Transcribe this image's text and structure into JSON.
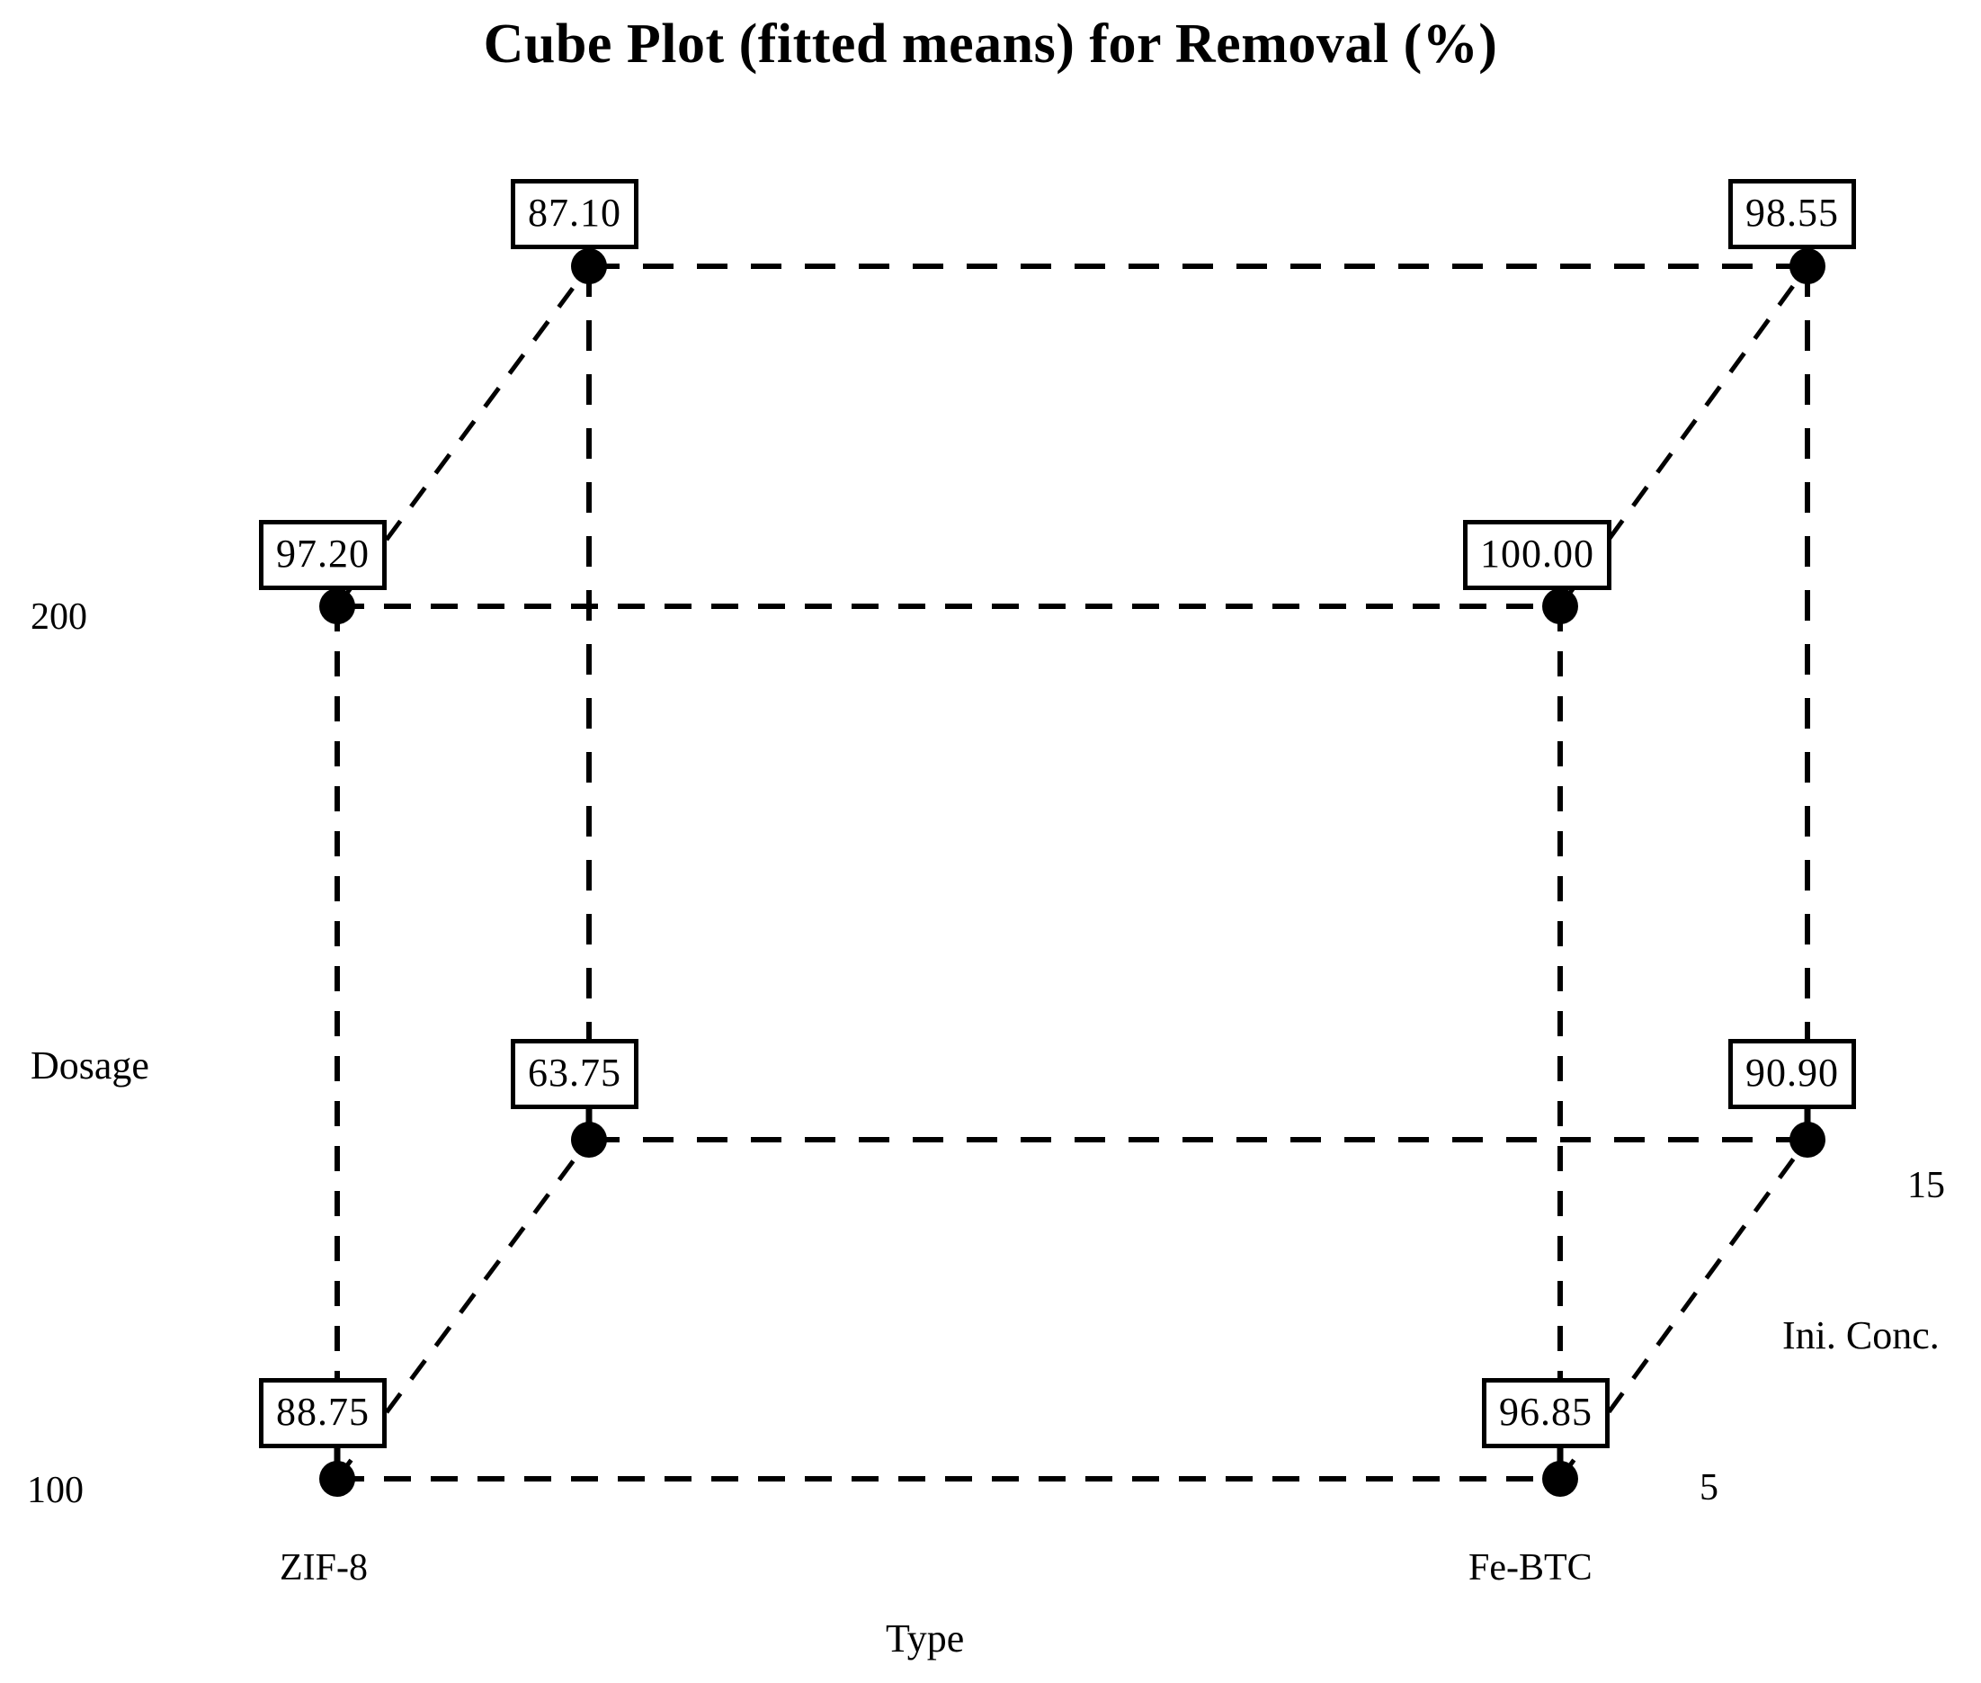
{
  "chart_data": {
    "type": "scatter",
    "title": "Cube Plot (fitted means) for Removal (%)",
    "subtitle": "",
    "response": "Removal (%)",
    "xlabel": "Type",
    "ylabel": "Dosage",
    "zlabel": "Ini. Conc.",
    "grid": false,
    "legend": "none",
    "factors": [
      {
        "name": "Type",
        "levels": [
          "ZIF-8",
          "Fe-BTC"
        ],
        "axis": "x"
      },
      {
        "name": "Dosage",
        "levels": [
          "100",
          "200"
        ],
        "axis": "y"
      },
      {
        "name": "Ini. Conc.",
        "levels": [
          "5",
          "15"
        ],
        "axis": "z"
      }
    ],
    "x_ticks": [
      "ZIF-8",
      "Fe-BTC"
    ],
    "y_ticks": [
      "100",
      "200"
    ],
    "z_ticks": [
      "5",
      "15"
    ],
    "vertices": [
      {
        "id": "back-top-left",
        "Type": "ZIF-8",
        "Dosage": "200",
        "IniConc": "15",
        "value": "87.10"
      },
      {
        "id": "back-top-right",
        "Type": "Fe-BTC",
        "Dosage": "200",
        "IniConc": "15",
        "value": "98.55"
      },
      {
        "id": "front-top-left",
        "Type": "ZIF-8",
        "Dosage": "200",
        "IniConc": "5",
        "value": "97.20"
      },
      {
        "id": "front-top-right",
        "Type": "Fe-BTC",
        "Dosage": "200",
        "IniConc": "5",
        "value": "100.00"
      },
      {
        "id": "back-bottom-left",
        "Type": "ZIF-8",
        "Dosage": "100",
        "IniConc": "15",
        "value": "63.75"
      },
      {
        "id": "back-bottom-right",
        "Type": "Fe-BTC",
        "Dosage": "100",
        "IniConc": "15",
        "value": "90.90"
      },
      {
        "id": "front-bottom-left",
        "Type": "ZIF-8",
        "Dosage": "100",
        "IniConc": "5",
        "value": "88.75"
      },
      {
        "id": "front-bottom-right",
        "Type": "Fe-BTC",
        "Dosage": "100",
        "IniConc": "5",
        "value": "96.85"
      }
    ],
    "values": [
      87.1,
      98.55,
      97.2,
      100.0,
      63.75,
      90.9,
      88.75,
      96.85
    ],
    "colors": {
      "line": "#000000",
      "marker": "#000000",
      "background": "#ffffff",
      "box_border": "#000000"
    }
  },
  "labels": {
    "title": "Cube Plot (fitted means) for Removal (%)",
    "v_back_top_left": "87.10",
    "v_back_top_right": "98.55",
    "v_front_top_left": "97.20",
    "v_front_top_right": "100.00",
    "v_back_bottom_left": "63.75",
    "v_back_bottom_right": "90.90",
    "v_front_bottom_left": "88.75",
    "v_front_bottom_right": "96.85",
    "dosage_high": "200",
    "dosage_low": "100",
    "dosage_title": "Dosage",
    "type_left": "ZIF-8",
    "type_right": "Fe-BTC",
    "type_title": "Type",
    "conc_high": "15",
    "conc_low": "5",
    "conc_title": "Ini. Conc."
  }
}
